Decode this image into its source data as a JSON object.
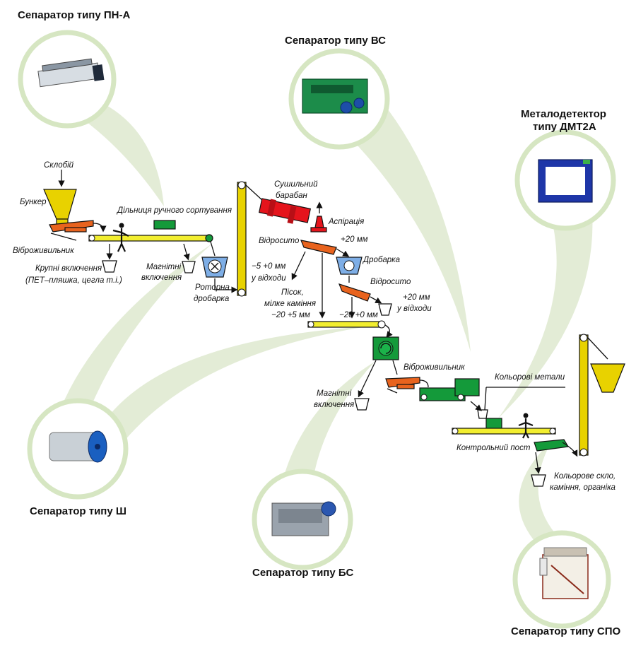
{
  "equipment_titles": {
    "pn_a": "Сепаратор типу ПН-А",
    "vs": "Сепаратор типу ВС",
    "dmt2a_line1": "Металодетектор",
    "dmt2a_line2": "типу ДМТ2А",
    "sh": "Сепаратор типу Ш",
    "bs": "Сепаратор типу БС",
    "spo": "Сепаратор типу СПО"
  },
  "labels": {
    "sklobiy": "Склобій",
    "bunker": "Бункер",
    "vibrofeeder_1": "Віброживильник",
    "manual_sorting": "Дільниця ручного сортування",
    "large_inclusions_1": "Крупні включення",
    "large_inclusions_2": "(ПЕТ–пляшка, цегла т.і.)",
    "magnetic_1_a": "Магнітні",
    "magnetic_1_b": "включення",
    "rotor_crusher_a": "Роторна",
    "rotor_crusher_b": "дробарка",
    "fraction_minus5_a": "−5 +0 мм",
    "fraction_minus5_b": "у відходи",
    "dryer_a": "Сушильний",
    "dryer_b": "барабан",
    "aspiration": "Аспірація",
    "screening_1": "Відросито",
    "plus20_1": "+20 мм",
    "crusher": "Дробарка",
    "screening_2": "Відросито",
    "plus20_waste_a": "+20 мм",
    "plus20_waste_b": "у відходи",
    "sand_a": "Пісок,",
    "sand_b": "мілке каміння",
    "sand_c": "−20 +5 мм",
    "fraction_minus20": "−20 +0 мм",
    "vibrofeeder_2": "Віброживильник",
    "magnetic_2_a": "Магнітні",
    "magnetic_2_b": "включення",
    "nonferrous": "Кольорові метали",
    "control_post": "Контрольний пост",
    "colored_glass_a": "Кольорове скло,",
    "colored_glass_b": "каміння, органіка"
  },
  "colors": {
    "conveyor": "#f2ee2f",
    "equipment_green": "#149a3a",
    "feeder_orange": "#e8631e",
    "crusher_blue": "#7eaee6",
    "dryer_red": "#e5141c",
    "halo_green": "#d9e6c8"
  },
  "icons": [
    "hopper-icon",
    "vibrofeeder-icon",
    "worker-icon",
    "rotor-crusher-icon",
    "bucket-elevator-icon",
    "dryer-drum-icon",
    "aspiration-icon",
    "screen-icon",
    "crusher-icon",
    "magnetic-drum-icon",
    "metal-detector-icon",
    "waste-bin-icon"
  ]
}
